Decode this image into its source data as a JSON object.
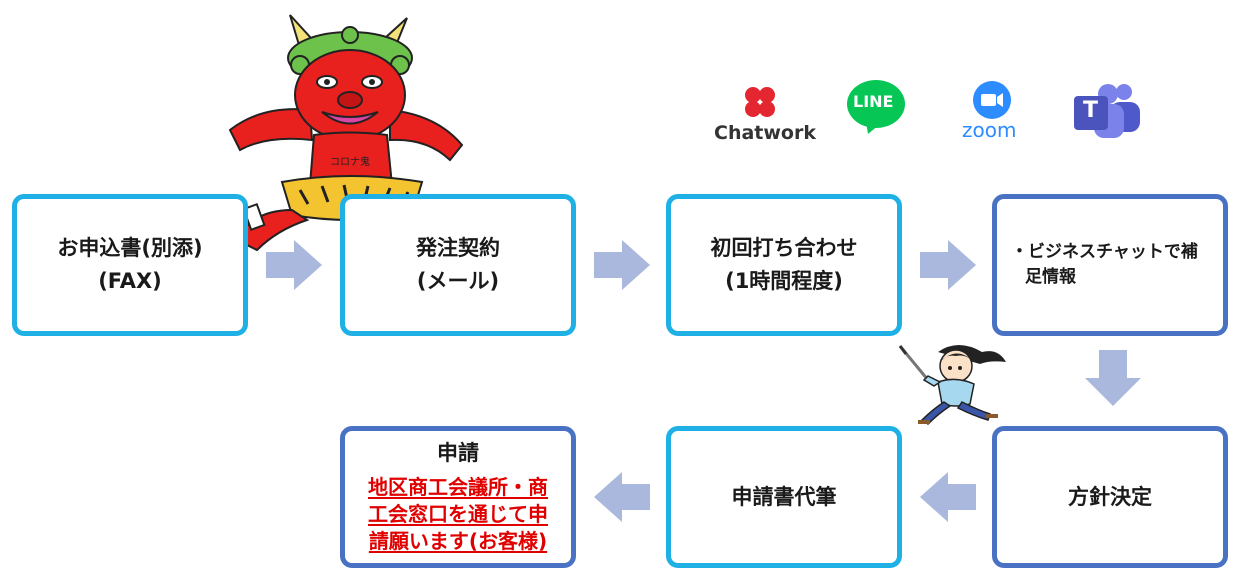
{
  "steps": {
    "s1": {
      "lines": [
        "お申込書(別添)",
        "(FAX)"
      ]
    },
    "s2": {
      "lines": [
        "発注契約",
        "(メール)"
      ]
    },
    "s3": {
      "lines": [
        "初回打ち合わせ",
        "(1時間程度)"
      ]
    },
    "s4": {
      "lines": [
        "・ビジネスチャットで補",
        "足情報"
      ]
    },
    "s5": {
      "lines": [
        "方針決定"
      ]
    },
    "s6": {
      "lines": [
        "申請書代筆"
      ]
    },
    "s7": {
      "title": "申請",
      "note_lines": [
        "地区商工会議所・商",
        "工会窓口を通じて申",
        "請願います(お客様)"
      ]
    }
  },
  "logos": {
    "chatwork": "Chatwork",
    "line": "LINE",
    "zoom": "zoom",
    "teams": "T"
  },
  "mascot": {
    "belt_text": "コロナ鬼"
  },
  "colors": {
    "box_border_light": "#1fb1e6",
    "box_border_dark": "#4a72c4",
    "arrow": "#a9b8dc",
    "red_note": "#e00000"
  }
}
